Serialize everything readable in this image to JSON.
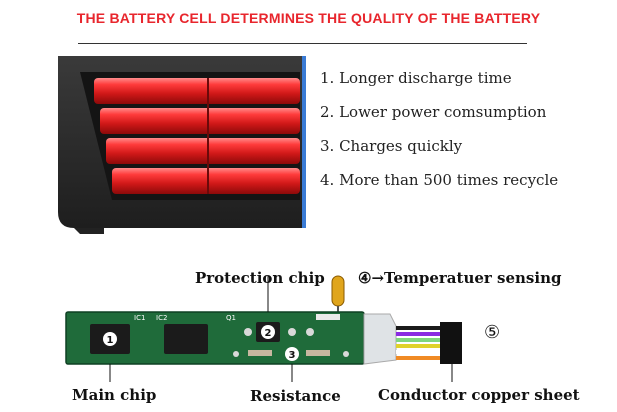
{
  "headline": "THE BATTERY CELL DETERMINES THE QUALITY OF THE BATTERY",
  "features": [
    "1. Longer discharge time",
    "2. Lower power comsumption",
    "3. Charges quickly",
    "4. More than 500 times recycle"
  ],
  "pcb": {
    "protection_chip": "Protection chip",
    "temp_sensing": "④→Temperatuer sensing",
    "main_chip": "Main chip",
    "resistance": "Resistance",
    "copper_sheet": "Conductor copper sheet",
    "badge_1": "1",
    "badge_2": "2",
    "badge_3": "3",
    "badge_5": "⑤",
    "silk_ic1": "IC1",
    "silk_ic2": "IC2",
    "silk_q1": "Q1"
  },
  "colors": {
    "headline": "#e8262d",
    "cell_red": "#e02020",
    "pcb_green": "#1f6b3a",
    "accent_blue": "#3a7bd5"
  }
}
